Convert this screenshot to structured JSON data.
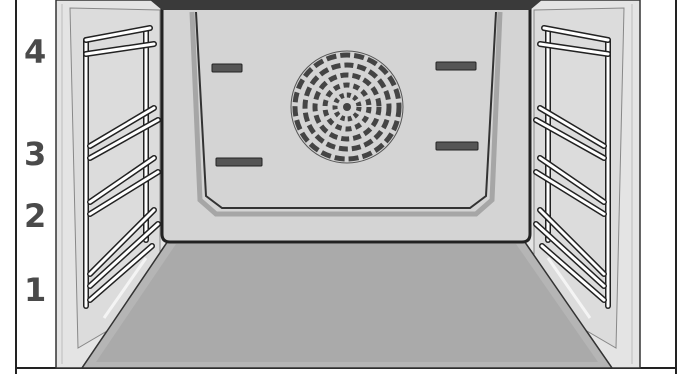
{
  "levels": {
    "l4": "4",
    "l3": "3",
    "l2": "2",
    "l1": "1"
  },
  "colors": {
    "outline": "#222222",
    "wall_light": "#ececec",
    "wall_mid": "#dcdcdc",
    "back_wall": "#d3d3d3",
    "floor": "#b4b4b4",
    "rack_fill": "#ffffff",
    "level_number": "#4a4a4a"
  },
  "icons": {
    "fan": "fan-cover-icon"
  }
}
